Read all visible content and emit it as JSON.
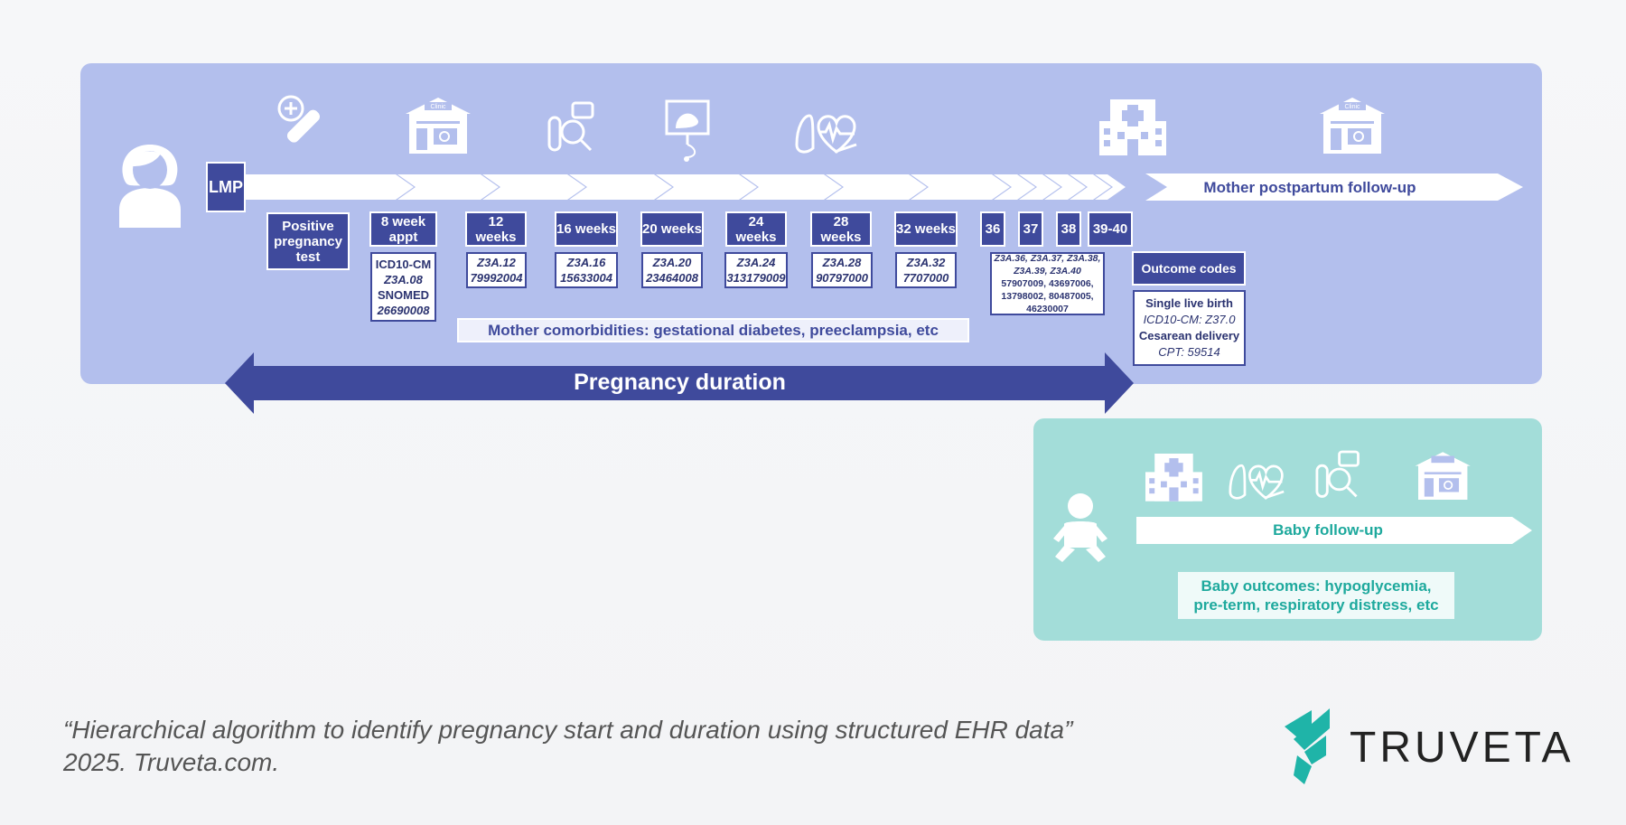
{
  "colors": {
    "mother_panel": "#b3bfed",
    "baby_panel": "#a3ddd9",
    "navy": "#3f4a9c",
    "teal": "#1ea99d"
  },
  "icons": {
    "mother": "woman-avatar-icon",
    "pregnancy_test": "pregnancy-test-icon",
    "clinic": "clinic-building-icon",
    "lab": "lab-test-icon",
    "ultrasound": "ultrasound-monitor-icon",
    "vitals": "lungs-heart-icon",
    "hospital": "hospital-building-icon",
    "baby": "baby-icon",
    "logo": "truveta-logo-icon"
  },
  "lmp": "LMP",
  "milestones": [
    {
      "label": "Positive pregnancy test"
    },
    {
      "label": "8 week appt",
      "code_lines": [
        "ICD10-CM",
        "Z3A.08",
        "SNOMED",
        "26690008"
      ]
    },
    {
      "label": "12 weeks",
      "code_lines": [
        "Z3A.12",
        "79992004"
      ]
    },
    {
      "label": "16 weeks",
      "code_lines": [
        "Z3A.16",
        "15633004"
      ]
    },
    {
      "label": "20 weeks",
      "code_lines": [
        "Z3A.20",
        "23464008"
      ]
    },
    {
      "label": "24 weeks",
      "code_lines": [
        "Z3A.24",
        "313179009"
      ]
    },
    {
      "label": "28 weeks",
      "code_lines": [
        "Z3A.28",
        "90797000"
      ]
    },
    {
      "label": "32 weeks",
      "code_lines": [
        "Z3A.32",
        "7707000"
      ]
    }
  ],
  "late_weeks": [
    "36",
    "37",
    "38",
    "39-40"
  ],
  "late_codes": [
    "Z3A.36, Z3A.37, Z3A.38,",
    "Z3A.39, Z3A.40",
    "57907009, 43697006,",
    "13798002, 80487005,",
    "46230007"
  ],
  "outcome": {
    "title": "Outcome codes",
    "lines": [
      "Single live birth",
      "ICD10-CM: Z37.0",
      "Cesarean delivery",
      "CPT: 59514"
    ]
  },
  "comorbidities": "Mother comorbidities: gestational diabetes, preeclampsia, etc",
  "postpartum": "Mother postpartum follow-up",
  "pregnancy_duration": "Pregnancy duration",
  "baby_followup": "Baby follow-up",
  "baby_outcomes_1": "Baby outcomes: hypoglycemia,",
  "baby_outcomes_2": "pre-term, respiratory distress, etc",
  "citation_1": "“Hierarchical algorithm to identify pregnancy start and duration using structured EHR data”",
  "citation_2": "2025. Truveta.com.",
  "logo_text": "TRUVETA",
  "clinic_sign": "Clinic"
}
